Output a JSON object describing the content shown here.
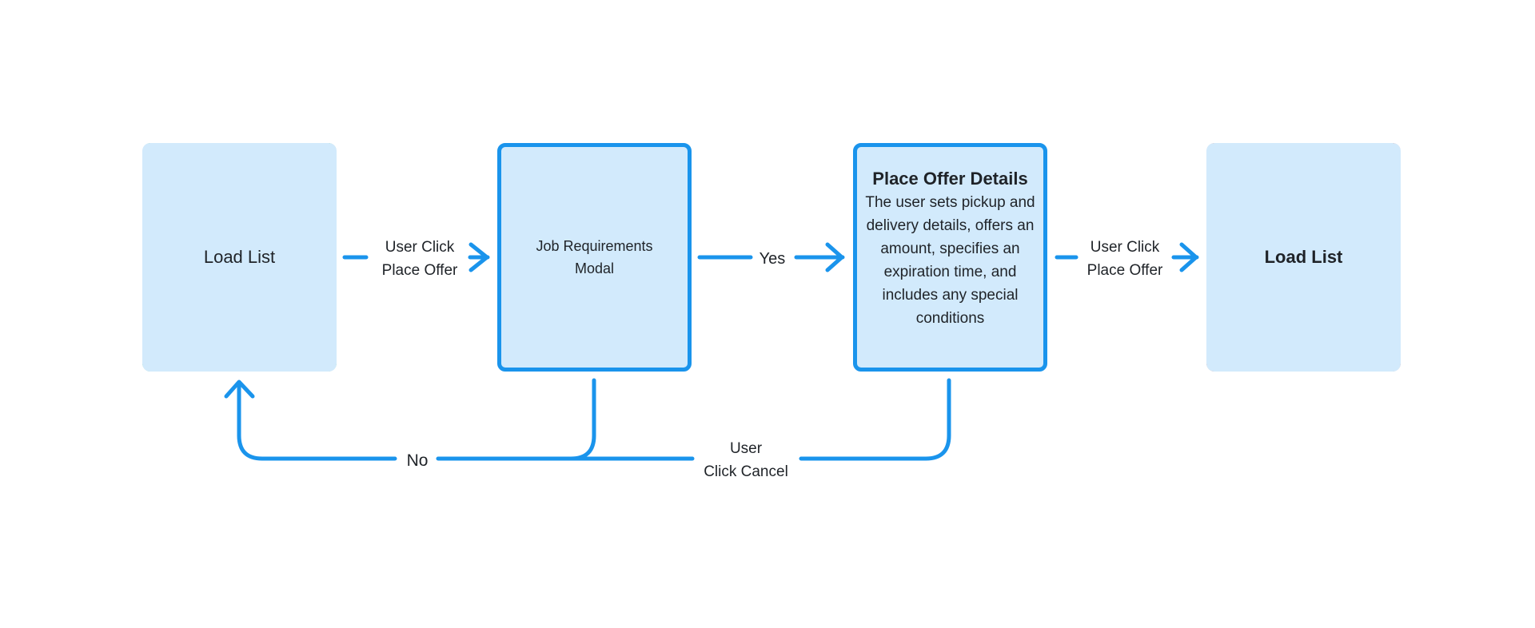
{
  "nodes": {
    "load_list_start": {
      "label": "Load List",
      "border_color": "#5ccf6a",
      "border_style": "dashed"
    },
    "job_requirements": {
      "label_line1": "Job Requirements",
      "label_line2": "Modal",
      "border_color": "#1a94ec",
      "border_style": "solid"
    },
    "place_offer": {
      "title": "Place Offer Details",
      "description": "The user sets pickup and delivery details, offers an amount, specifies an expiration time, and includes any special conditions",
      "border_color": "#1a94ec",
      "border_style": "solid"
    },
    "load_list_end": {
      "label": "Load List",
      "border_color": "#e8472e",
      "border_style": "dashed"
    }
  },
  "edges": {
    "start_to_job": {
      "line1": "User Click",
      "line2": "Place Offer"
    },
    "job_to_offer": {
      "label": "Yes"
    },
    "offer_to_end": {
      "line1": "User Click",
      "line2": "Place Offer"
    },
    "job_to_start": {
      "label": "No"
    },
    "offer_cancel": {
      "line1": "User",
      "line2": "Click Cancel"
    }
  },
  "colors": {
    "fill": "#d2eafc",
    "arrow": "#1a94ec",
    "start_border": "#5ccf6a",
    "end_border": "#e8472e"
  }
}
